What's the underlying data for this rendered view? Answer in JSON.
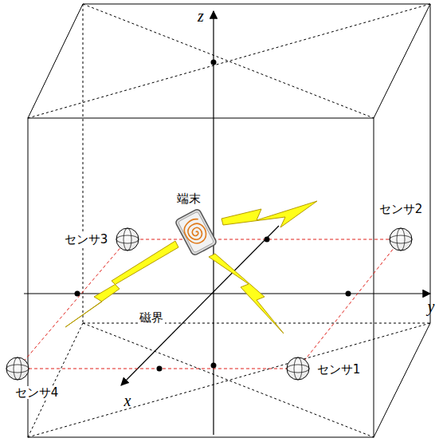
{
  "diagram": {
    "labels": [
      "z",
      "端末",
      "センサ3",
      "センサ2",
      "y",
      "磁界",
      "センサ4",
      "センサ1",
      "x"
    ]
  }
}
